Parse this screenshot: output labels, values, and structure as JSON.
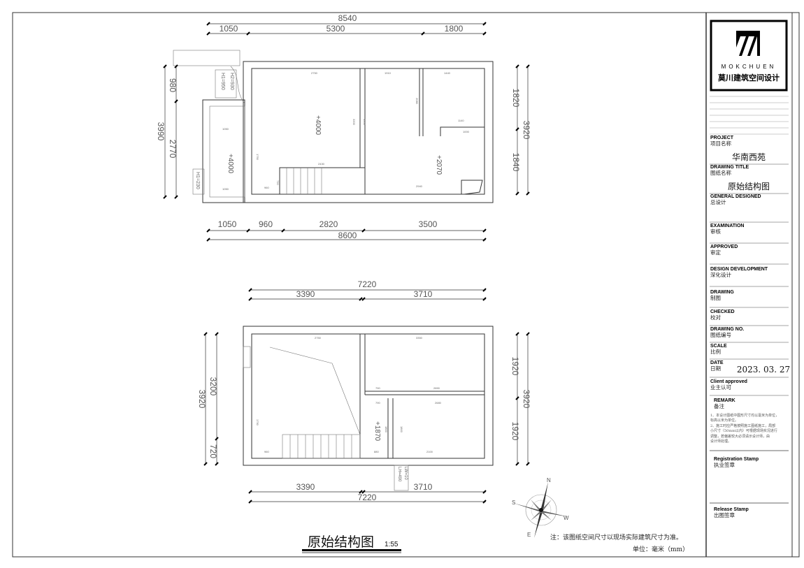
{
  "drawing": {
    "title": "原始结构图",
    "scale": "1:55",
    "note": "注：该图纸空间尺寸以现场实际建筑尺寸为准。",
    "unit": "单位：毫米（mm）",
    "compass": [
      "N",
      "S",
      "E",
      "W"
    ]
  },
  "plan_upper": {
    "dims_top_total": "8540",
    "dims_top": [
      "1050",
      "5300",
      "1800"
    ],
    "dims_bottom": [
      "1050",
      "960",
      "2820",
      "3500"
    ],
    "dims_bottom_total": "8600",
    "dims_left": [
      "980",
      "2770"
    ],
    "dims_left_total": "3990",
    "dims_right": [
      "1820",
      "1840"
    ],
    "dims_right_total": "3920",
    "levels": [
      "+4000",
      "+4000",
      "+2070"
    ],
    "beam_tags": [
      "H2=930",
      "H1=950",
      "H1=230"
    ],
    "inner_dims": [
      "2750",
      "1910",
      "1440",
      "2430",
      "2940",
      "1140",
      "1000",
      "3200",
      "3200",
      "2080",
      "1050",
      "1050",
      "1750",
      "960",
      "720"
    ]
  },
  "plan_lower": {
    "dims_top_total": "7220",
    "dims_top": [
      "3390",
      "3710"
    ],
    "dims_bottom": [
      "3390",
      "3710"
    ],
    "dims_bottom_total": "7220",
    "dims_left": [
      "3200",
      "720"
    ],
    "dims_left_total": "3920",
    "dims_right": [
      "1920",
      "1920"
    ],
    "dims_right_total": "3920",
    "levels": [
      "+1870"
    ],
    "beam_tags": [
      "LH=490",
      "LW=10"
    ],
    "inner_dims": [
      "2750",
      "3350",
      "2890",
      "2680",
      "790",
      "790",
      "2100",
      "1750",
      "1800",
      "1800",
      "960",
      "880"
    ]
  },
  "title_block": {
    "logo_en": "MOKCHUEN",
    "logo_cn": "莫川建筑空间设计",
    "fields": [
      {
        "en": "PROJECT",
        "cn": "项目名称",
        "value": "华南西苑"
      },
      {
        "en": "DRAWING TITLE",
        "cn": "图纸名称",
        "value": "原始结构图"
      },
      {
        "en": "GENERAL  DESIGNED",
        "cn": "总设计"
      },
      {
        "en": "EXAMINATION",
        "cn": "审核"
      },
      {
        "en": "APPROVED",
        "cn": "审定"
      },
      {
        "en": "DESIGN DEVELOPMENT",
        "cn": "深化设计"
      },
      {
        "en": "DRAWING",
        "cn": "制图"
      },
      {
        "en": "CHECKED",
        "cn": "校对"
      },
      {
        "en": "DRAWING NO.",
        "cn": "图纸编号"
      },
      {
        "en": "SCALE",
        "cn": "比例"
      },
      {
        "en": "DATE",
        "cn": "日期",
        "value": "2023. 03. 27"
      },
      {
        "en": "Client approved",
        "cn": "业主认可"
      },
      {
        "en": "REMARK",
        "cn": "备注"
      },
      {
        "en": "Registration Stamp",
        "cn": "执业签章"
      },
      {
        "en": "Release Stamp",
        "cn": "出图签章"
      }
    ],
    "remarks": [
      "1、本设计图纸中图形尺寸均以毫米为单位，",
      "   标高以米为单位。",
      "2、施工时应严格按照施工图纸施工，局部",
      "   小尺寸（50mm以内）可根据现场实况进行",
      "   调整，若偏差较大必须请示设计师，由",
      "   设计师处理。"
    ]
  }
}
